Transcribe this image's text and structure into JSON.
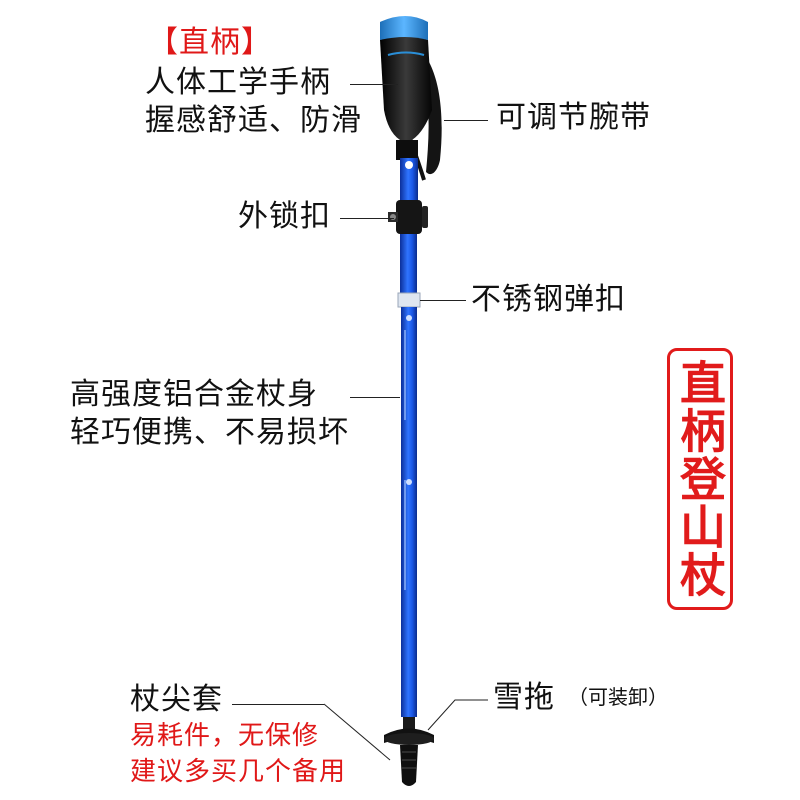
{
  "labels": {
    "handle_title": "【直柄】",
    "handle_line1": "人体工学手柄",
    "handle_line2": "握感舒适、防滑",
    "wrist_strap": "可调节腕带",
    "outer_lock": "外锁扣",
    "steel_clip": "不锈钢弹扣",
    "shaft_line1": "高强度铝合金杖身",
    "shaft_line2": "轻巧便携、不易损坏",
    "tip_cover": "杖尖套",
    "tip_note1": "易耗件，无保修",
    "tip_note2": "建议多买几个备用",
    "snow_basket": "雪拖",
    "snow_basket_note": "（可装卸）",
    "product_name": "直柄登山杖"
  },
  "colors": {
    "pole_blue": "#1b58e6",
    "pole_dark": "#0b2f9a",
    "accent_red": "#e11b1b",
    "grip_black": "#1a1a1a",
    "grip_blue": "#2a8fd8"
  },
  "icons": [
    "trekking-pole-image"
  ]
}
